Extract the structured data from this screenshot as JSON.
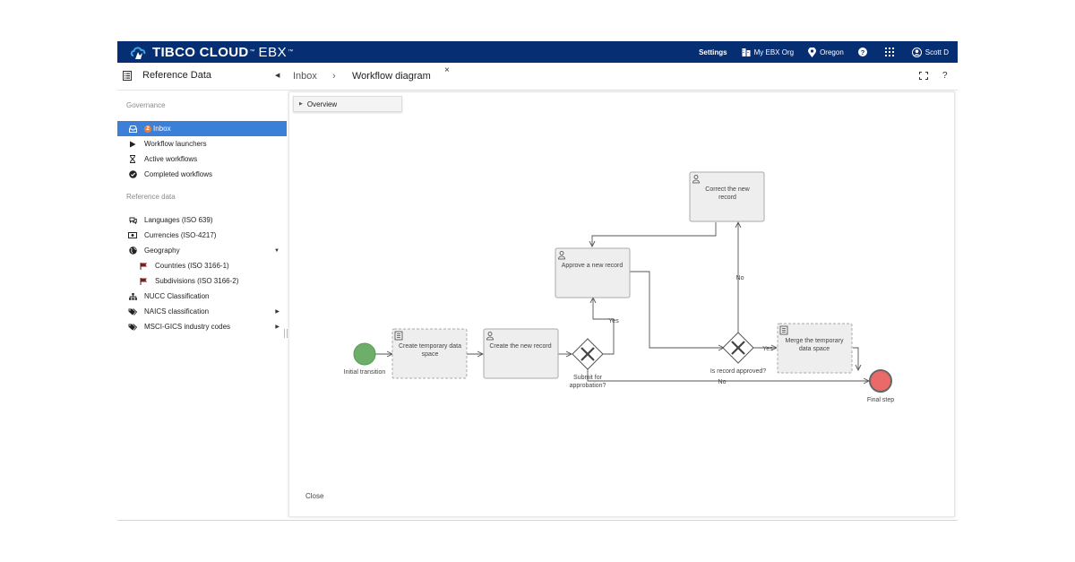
{
  "topbar": {
    "brand_main": "TIBCO CLOUD",
    "brand_sub": "EBX",
    "brand_tm": "™",
    "settings_label": "Settings",
    "org_label": "My EBX Org",
    "region_label": "Oregon",
    "user_label": "Scott D",
    "colors": {
      "background": "#062E72"
    }
  },
  "subbar": {
    "title": "Reference Data",
    "crumb_inbox": "Inbox",
    "crumb_separator": "›",
    "crumb_current": "Workflow diagram",
    "close_symbol": "×",
    "help_symbol": "?"
  },
  "sidebar": {
    "section_governance": "Governance",
    "section_reference": "Reference data",
    "inbox_badge": "2",
    "items": [
      {
        "label": "Inbox",
        "icon": "inbox-icon",
        "active": true
      },
      {
        "label": "Workflow launchers",
        "icon": "play-icon"
      },
      {
        "label": "Active workflows",
        "icon": "hourglass-icon"
      },
      {
        "label": "Completed workflows",
        "icon": "check-circle-icon"
      },
      {
        "label": "Languages (ISO 639)",
        "icon": "chat-icon"
      },
      {
        "label": "Currencies (ISO-4217)",
        "icon": "money-icon"
      },
      {
        "label": "Geography",
        "icon": "globe-icon",
        "expanded": true
      },
      {
        "label": "Countries (ISO 3166-1)",
        "icon": "flag-icon"
      },
      {
        "label": "Subdivisions (ISO 3166-2)",
        "icon": "flag-icon"
      },
      {
        "label": "NUCC Classification",
        "icon": "hierarchy-icon"
      },
      {
        "label": "NAICS classification",
        "icon": "tags-icon"
      },
      {
        "label": "MSCI-GICS industry codes",
        "icon": "tags-icon"
      }
    ]
  },
  "panel": {
    "overview_label": "Overview",
    "close_label": "Close"
  },
  "diagram": {
    "start_label": "Initial transition",
    "end_label": "Final step",
    "tasks": {
      "create_temp": [
        "Create temporary data",
        "space"
      ],
      "create_record": [
        "Create the new record"
      ],
      "approve": [
        "Approve a new record"
      ],
      "correct": [
        "Correct the new",
        "record"
      ],
      "merge": [
        "Merge the temporary",
        "data space"
      ]
    },
    "gateways": {
      "submit": [
        "Submit for",
        "approbation?"
      ],
      "approved": [
        "Is record approved?"
      ]
    },
    "flow_labels": {
      "yes1": "Yes",
      "yes2": "Yes",
      "no1": "No",
      "no2": "No"
    },
    "colors": {
      "start": "#6CAE6A",
      "end": "#E96A69",
      "task_fill": "#eeeeee",
      "line": "#555555"
    }
  }
}
